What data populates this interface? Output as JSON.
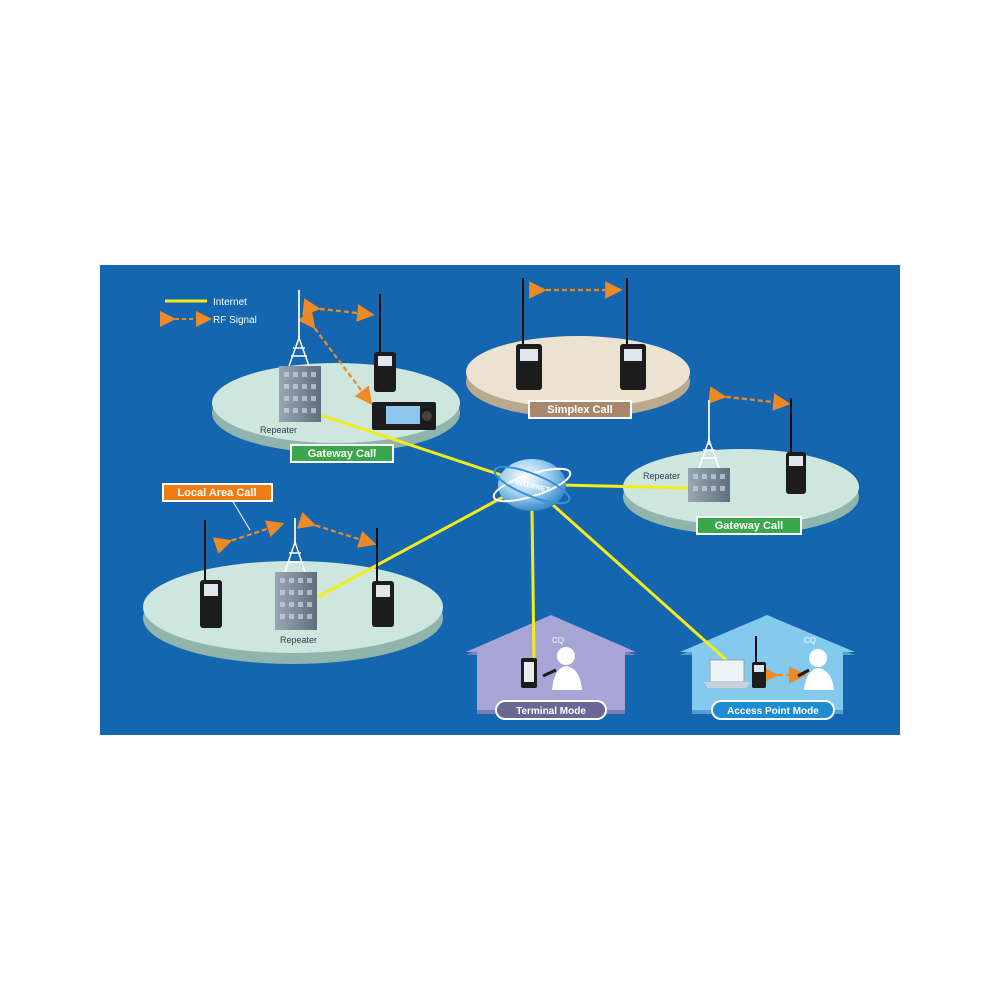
{
  "legend": {
    "internet": "Internet",
    "rf_signal": "RF Signal"
  },
  "labels": {
    "simplex_call": "Simplex Call",
    "gateway_call_left": "Gateway Call",
    "gateway_call_right": "Gateway Call",
    "local_area_call": "Local Area Call",
    "terminal_mode": "Terminal Mode",
    "access_point_mode": "Access Point Mode",
    "repeater_top_left": "Repeater",
    "repeater_right": "Repeater",
    "repeater_bottom_left": "Repeater",
    "internet_globe": "INTERNET",
    "cq_terminal": "CQ",
    "cq_access_point": "CQ"
  },
  "colors": {
    "background": "#1566b0",
    "internet_line": "#f2ec1a",
    "rf_signal": "#ee8a26",
    "gateway_badge": "#3aa84a",
    "simplex_badge": "#a9876a",
    "local_area_badge": "#ee7d13",
    "terminal_house": "#a7a5d5",
    "access_point_house": "#84c9ee",
    "disc_top": "#cde6de",
    "simplex_disc_top": "#ece2d2"
  }
}
